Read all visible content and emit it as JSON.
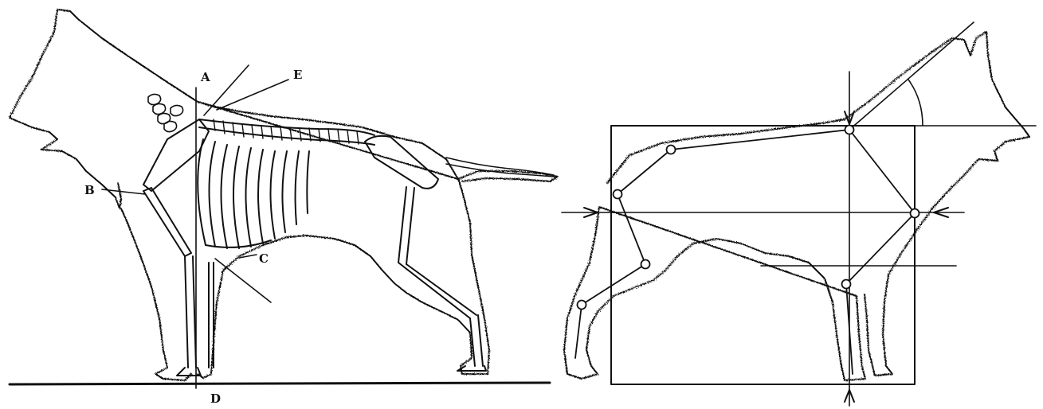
{
  "figure": {
    "left_panel": {
      "labels": {
        "a": "A",
        "b": "B",
        "c": "C",
        "d": "D",
        "e": "E"
      }
    }
  },
  "colors": {
    "ink": "#111111",
    "background": "#ffffff"
  }
}
